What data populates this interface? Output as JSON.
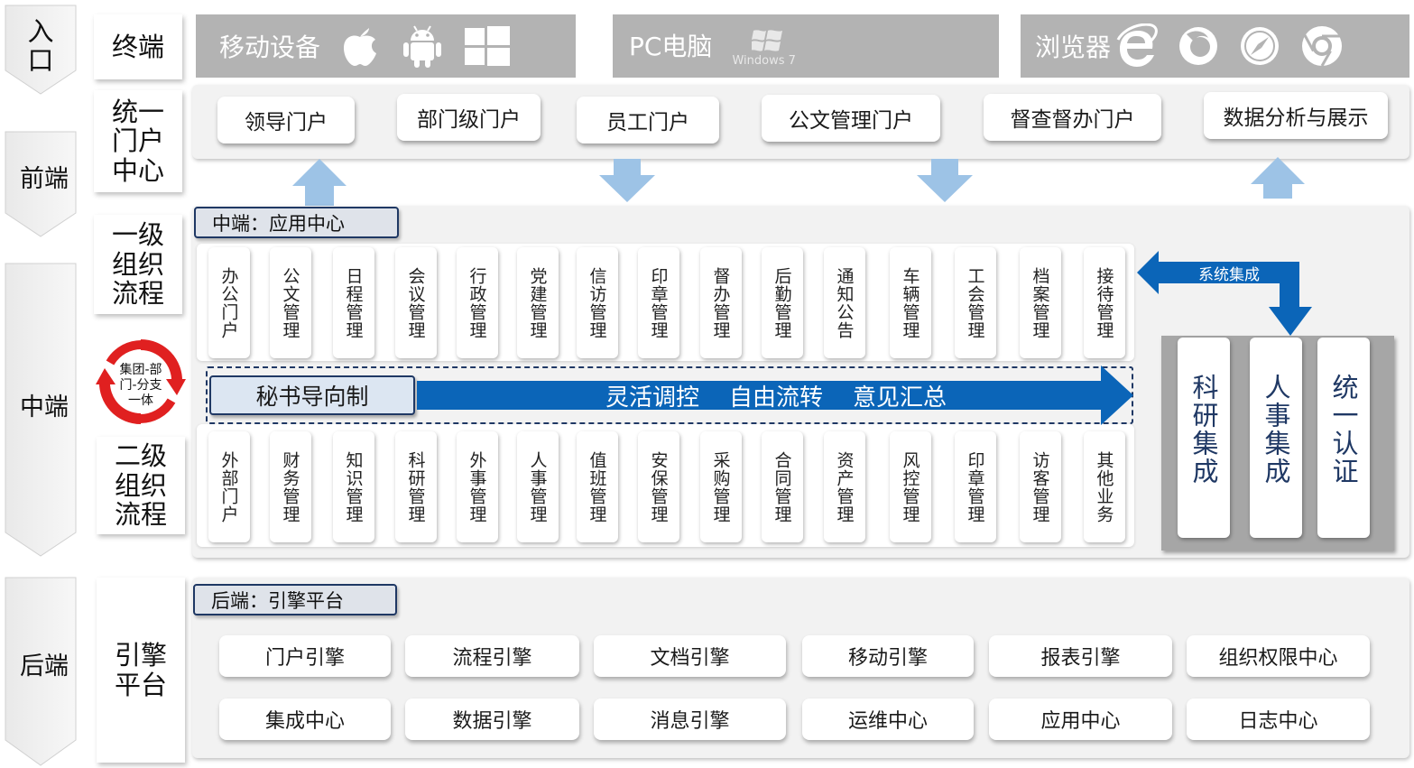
{
  "stages": {
    "entry": "入\n口",
    "frontend": "前端",
    "middle": "中端",
    "backend": "后端"
  },
  "labels": {
    "terminal": "终端",
    "portal_center": "统一\n门户\n中心",
    "level1": "一级\n组织\n流程",
    "level2": "二级\n组织\n流程",
    "engine_platform": "引擎\n平台",
    "group_cycle": "集团-部\n门-分支\n一体"
  },
  "terminals": {
    "mobile": "移动设备",
    "pc": "PC电脑",
    "windows_caption": "Windows 7",
    "browser": "浏览器"
  },
  "portals": [
    "领导门户",
    "部门级门户",
    "员工门户",
    "公文管理门户",
    "督查督办门户",
    "数据分析与展示"
  ],
  "middle": {
    "title": "中端：应用中心",
    "row1": [
      "办公门户",
      "公文管理",
      "日程管理",
      "会议管理",
      "行政管理",
      "党建管理",
      "信访管理",
      "印章管理",
      "督办管理",
      "后勤管理",
      "通知公告",
      "车辆管理",
      "工会管理",
      "档案管理",
      "接待管理"
    ],
    "row2": [
      "外部门户",
      "财务管理",
      "知识管理",
      "科研管理",
      "外事管理",
      "人事管理",
      "值班管理",
      "安保管理",
      "采购管理",
      "合同管理",
      "资产管理",
      "风控管理",
      "印章管理",
      "访客管理",
      "其他业务"
    ],
    "secretary": "秘书导向制",
    "flow_text": "灵活调控    自由流转    意见汇总",
    "integration_label": "系统集成",
    "integrations": [
      "科研集成",
      "人事集成",
      "统一认证"
    ]
  },
  "backend": {
    "title": "后端：引擎平台",
    "row1": [
      "门户引擎",
      "流程引擎",
      "文档引擎",
      "移动引擎",
      "报表引擎",
      "组织权限中心"
    ],
    "row2": [
      "集成中心",
      "数据引擎",
      "消息引擎",
      "运维中心",
      "应用中心",
      "日志中心"
    ]
  },
  "colors": {
    "accent_blue": "#0b65b8",
    "light_arrow": "#9dc3e6",
    "terminal_gray": "#b3b3b3",
    "panel_gray": "#f2f2f2"
  }
}
